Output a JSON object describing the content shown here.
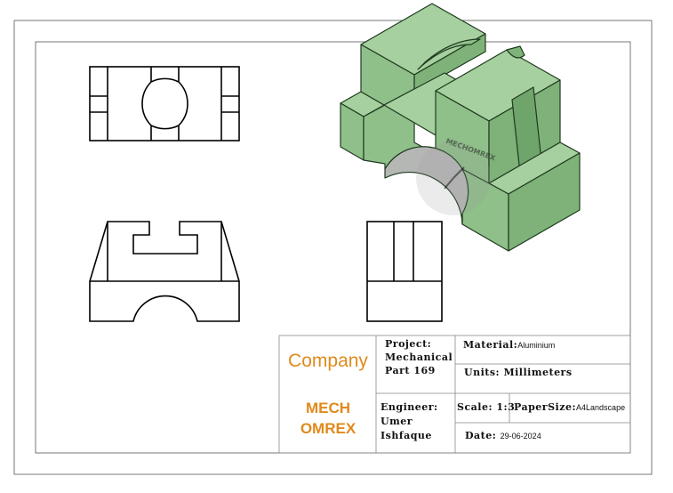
{
  "title_block": {
    "company_label": "Company",
    "company_name_line1": "MECH",
    "company_name_line2": "OMREX",
    "project_label": "Project:",
    "project_line1": "Mechanical",
    "project_line2": "Part 169",
    "material_label": "Material:",
    "material_value": "Aluminium",
    "units_label": "Units:",
    "units_value": "Millimeters",
    "engineer_label": "Engineer:",
    "engineer_line1": "Umer",
    "engineer_line2": "Ishfaque",
    "scale_label": "Scale:",
    "scale_value": "1:3",
    "paper_label": "PaperSize:",
    "paper_value": "A4Landscape",
    "date_label": "Date:",
    "date_value": "29-06-2024"
  },
  "watermark": "MECHOMREX",
  "colors": {
    "model_green": "#8fc08a",
    "model_green_light": "#a6d09f",
    "model_green_dark": "#6fa46a",
    "company_orange": "#e08a1c",
    "line": "#000000"
  }
}
